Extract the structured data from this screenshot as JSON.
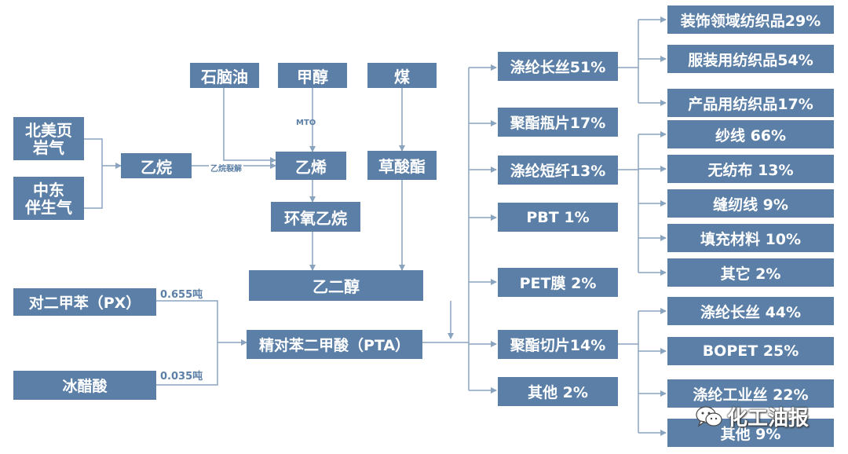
{
  "nodes": {
    "shale_gas": "北美页\n岩气",
    "associated_gas": "中东\n伴生气",
    "ethane": "乙烷",
    "naphtha": "石脑油",
    "methanol": "甲醇",
    "coal": "煤",
    "ethylene": "乙烯",
    "oxalate": "草酸酯",
    "ethylene_oxide": "环氧乙烷",
    "meg": "乙二醇",
    "px": "对二甲苯（PX）",
    "acetic_acid": "冰醋酸",
    "pta": "精对苯二甲酸（PTA）",
    "pfy": "涤纶长丝51%",
    "bottle_chips": "聚酯瓶片17%",
    "psf": "涤纶短纤13%",
    "pbt": "PBT 1%",
    "pet_film": "PET膜 2%",
    "chips": "聚酯切片14%",
    "other_main": "其他 2%",
    "deco_textile": "装饰领域纺织品29%",
    "apparel_textile": "服装用纺织品54%",
    "industrial_textile": "产品用纺织品17%",
    "yarn": "纱线 66%",
    "nonwoven": "无纺布 13%",
    "sewing_thread": "缝纫线 9%",
    "filling": "填充材料 10%",
    "other_psf": "其它 2%",
    "chips_pfy": "涤纶长丝 44%",
    "bopet": "BOPET 25%",
    "industrial_yarn": "涤纶工业丝 22%",
    "other_chips": "其他 9%"
  },
  "labels": {
    "mto": "MTO",
    "ethane_cracking": "乙烷裂解",
    "px_ratio": "0.655吨",
    "acetic_ratio": "0.035吨"
  },
  "watermark": {
    "text": "化工油报",
    "icon": "wechat-icon"
  },
  "colors": {
    "box": "#5b7fa6",
    "line": "#8aa3bf",
    "text": "#ffffff"
  }
}
